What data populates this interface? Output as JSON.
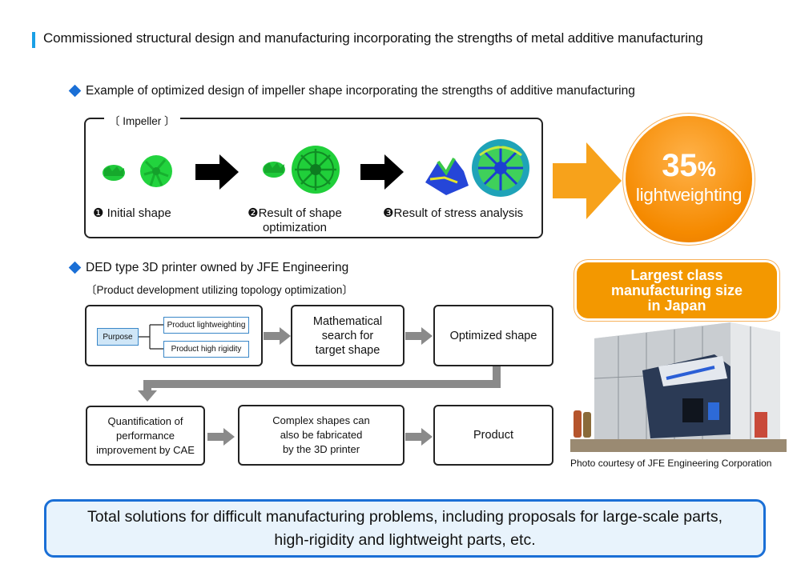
{
  "page_title": "Commissioned structural design and manufacturing incorporating the strengths of metal additive manufacturing",
  "impeller_section": {
    "heading": "Example of optimized design of impeller shape incorporating the strengths of additive manufacturing",
    "box_label": "〔 Impeller 〕",
    "steps": [
      {
        "label": "❶ Initial shape"
      },
      {
        "label_line1": "❷Result of shape",
        "label_line2": "optimization"
      },
      {
        "label": "❸Result of stress analysis"
      }
    ],
    "result": {
      "number": "35",
      "unit": "%",
      "text": "lightweighting"
    }
  },
  "printer_section": {
    "heading": "DED type 3D printer owned by JFE Engineering",
    "subheading": "〔Product development utilizing topology optimization〕",
    "purpose_label": "Purpose",
    "purpose_options": [
      "Product lightweighting",
      "Product high rigidity"
    ],
    "flow_row1": {
      "search_line1": "Mathematical",
      "search_line2": "search for",
      "search_line3": "target shape",
      "optimized": "Optimized shape"
    },
    "flow_row2": {
      "quant_line1": "Quantification of",
      "quant_line2": "performance",
      "quant_line3": "improvement by CAE",
      "complex_line1": "Complex shapes can",
      "complex_line2": "also be fabricated",
      "complex_line3": "by the 3D printer",
      "product": "Product"
    }
  },
  "badge": {
    "line1": "Largest class",
    "line2": "manufacturing size",
    "line3": "in Japan"
  },
  "photo_caption": "Photo courtesy of JFE Engineering Corporation",
  "banner": {
    "line1": "Total solutions for difficult manufacturing problems, including proposals for large-scale parts,",
    "line2": "high-rigidity and lightweight parts, etc."
  },
  "colors": {
    "accent_blue": "#1a6fd6",
    "orange": "#f39800",
    "title_bar": "#1aa0e6",
    "arrow_gray": "#8a8a8a"
  }
}
